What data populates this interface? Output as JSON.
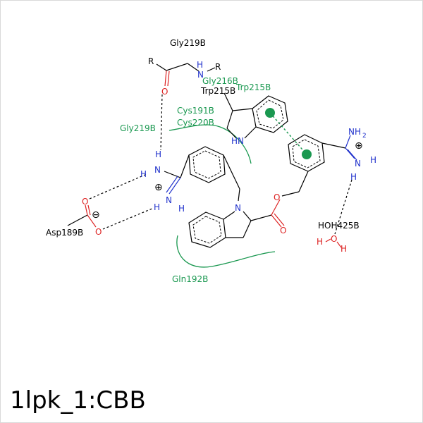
{
  "title": "1lpk_1:CBB",
  "residues": {
    "gly219_top": "Gly219B",
    "gly216": "Gly216B",
    "trp215_black": "Trp215B",
    "trp215_green": "Trp215B",
    "cys191": "Cys191B",
    "cys220": "Cys220B",
    "gly219_side": "Gly219B",
    "asp189": "Asp189B",
    "gln192": "Gln192B",
    "hoh425": "HOH425B"
  },
  "atoms": {
    "r1": "R",
    "r2": "R",
    "n_backbone": "N",
    "h_backbone": "H",
    "o_backbone": "O",
    "hn_indole": "HN",
    "nh2": "NH",
    "nh2_sub": "2",
    "n_amidine_r": "N",
    "h_amidine_r1": "H",
    "h_amidine_r2": "H",
    "h_left_top": "H",
    "n_left_top": "N",
    "h_left_mid": "H",
    "h_left_low": "H",
    "n_left_low": "N",
    "h_left_low2": "H",
    "n_indole_lig": "N",
    "o_ester": "O",
    "o_carbonyl": "O",
    "o_asp1": "O",
    "o_asp2": "O",
    "h_water1": "H",
    "o_water": "O",
    "h_water2": "H",
    "charge_plus_right": "⊕",
    "charge_plus_left": "⊕",
    "charge_minus": "⊖"
  },
  "colors": {
    "nitrogen": "#2233cc",
    "oxygen": "#dd2222",
    "hydrophobic_contact": "#1a9850",
    "pi_stacking": "#1a9850"
  }
}
